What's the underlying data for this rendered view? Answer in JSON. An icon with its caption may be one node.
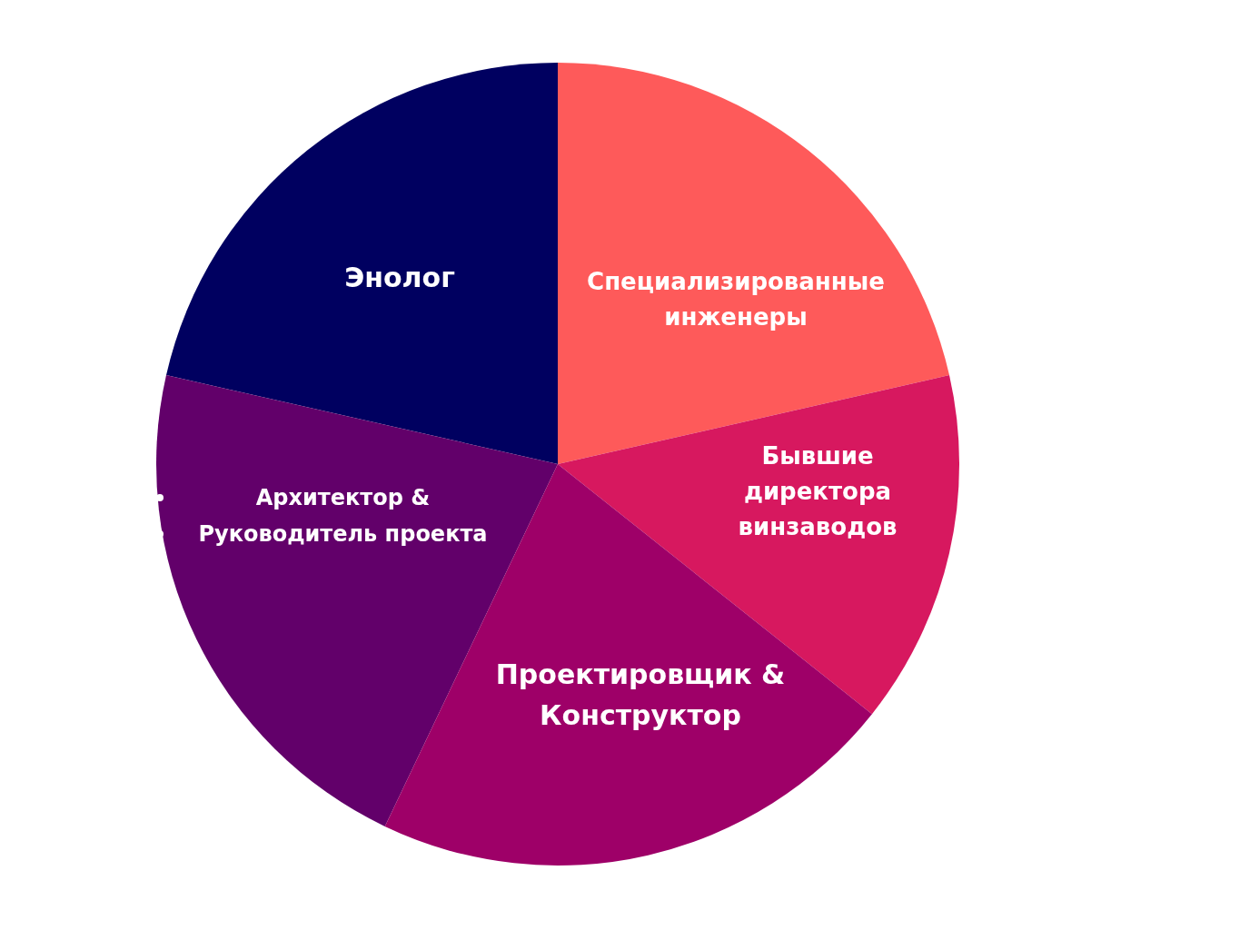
{
  "diagram": {
    "nodes": [
      {
        "text": [
          "Энолог"
        ]
      },
      {
        "text": [
          "Специализированные инженеры"
        ]
      },
      {
        "text": [
          "Бывшие директора винзаводов"
        ]
      },
      {
        "text": [
          "Архитектор &",
          "Руководитель проекта"
        ]
      },
      {
        "text": [
          "Проектировщик & Конструктор"
        ]
      }
    ]
  }
}
